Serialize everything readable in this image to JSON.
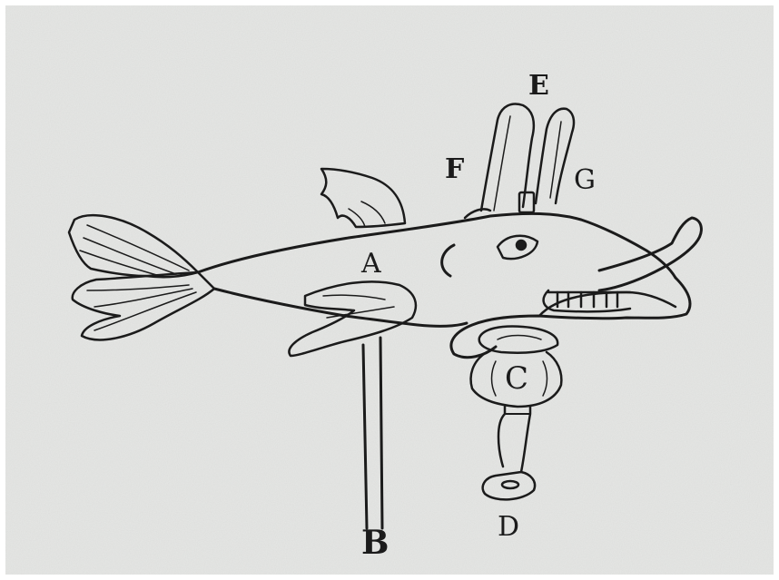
{
  "figure": {
    "labels": {
      "A": "A",
      "B": "B",
      "C": "C",
      "D": "D",
      "E": "E",
      "F": "F",
      "G": "G"
    },
    "colors": {
      "ink": "#1b1b1b",
      "paper": "#e4e5e3",
      "border": "#ffffff"
    }
  }
}
